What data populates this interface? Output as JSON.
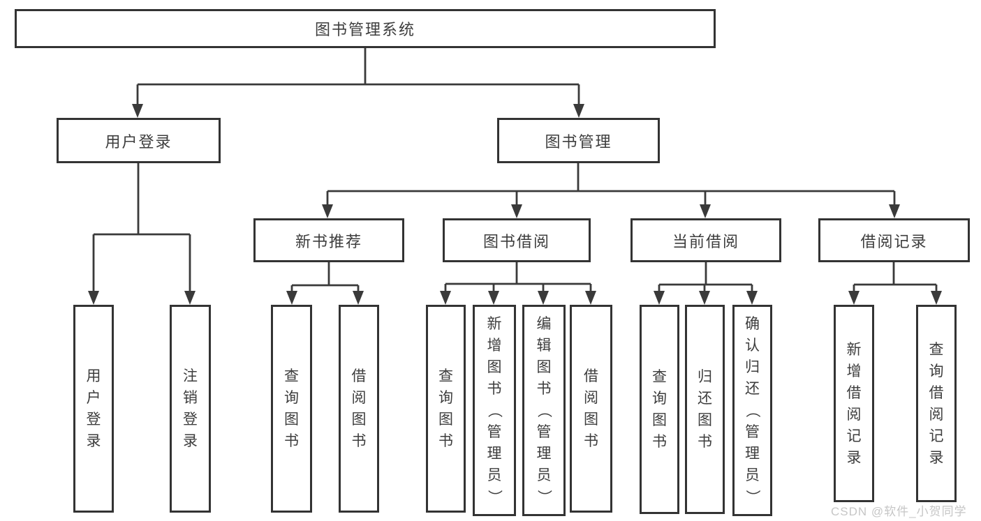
{
  "tree": {
    "root": {
      "label": "图书管理系统"
    },
    "branches": [
      {
        "label": "用户登录",
        "children": [
          {
            "label": "用户登录"
          },
          {
            "label": "注销登录"
          }
        ]
      },
      {
        "label": "图书管理",
        "groups": [
          {
            "label": "新书推荐",
            "children": [
              {
                "label": "查询图书"
              },
              {
                "label": "借阅图书"
              }
            ]
          },
          {
            "label": "图书借阅",
            "children": [
              {
                "label": "查询图书"
              },
              {
                "label": "新增图书（管理员）"
              },
              {
                "label": "编辑图书（管理员）"
              },
              {
                "label": "借阅图书"
              }
            ]
          },
          {
            "label": "当前借阅",
            "children": [
              {
                "label": "查询图书"
              },
              {
                "label": "归还图书"
              },
              {
                "label": "确认归还（管理员）"
              }
            ]
          },
          {
            "label": "借阅记录",
            "children": [
              {
                "label": "新增借阅记录"
              },
              {
                "label": "查询借阅记录"
              }
            ]
          }
        ]
      }
    ]
  },
  "watermark": {
    "text": "CSDN @软件_小贺同学"
  },
  "colors": {
    "line": "#3a3a3a",
    "border": "#333333",
    "text": "#3d3d3d",
    "watermark": "#c6c6c6",
    "background": "#ffffff"
  }
}
